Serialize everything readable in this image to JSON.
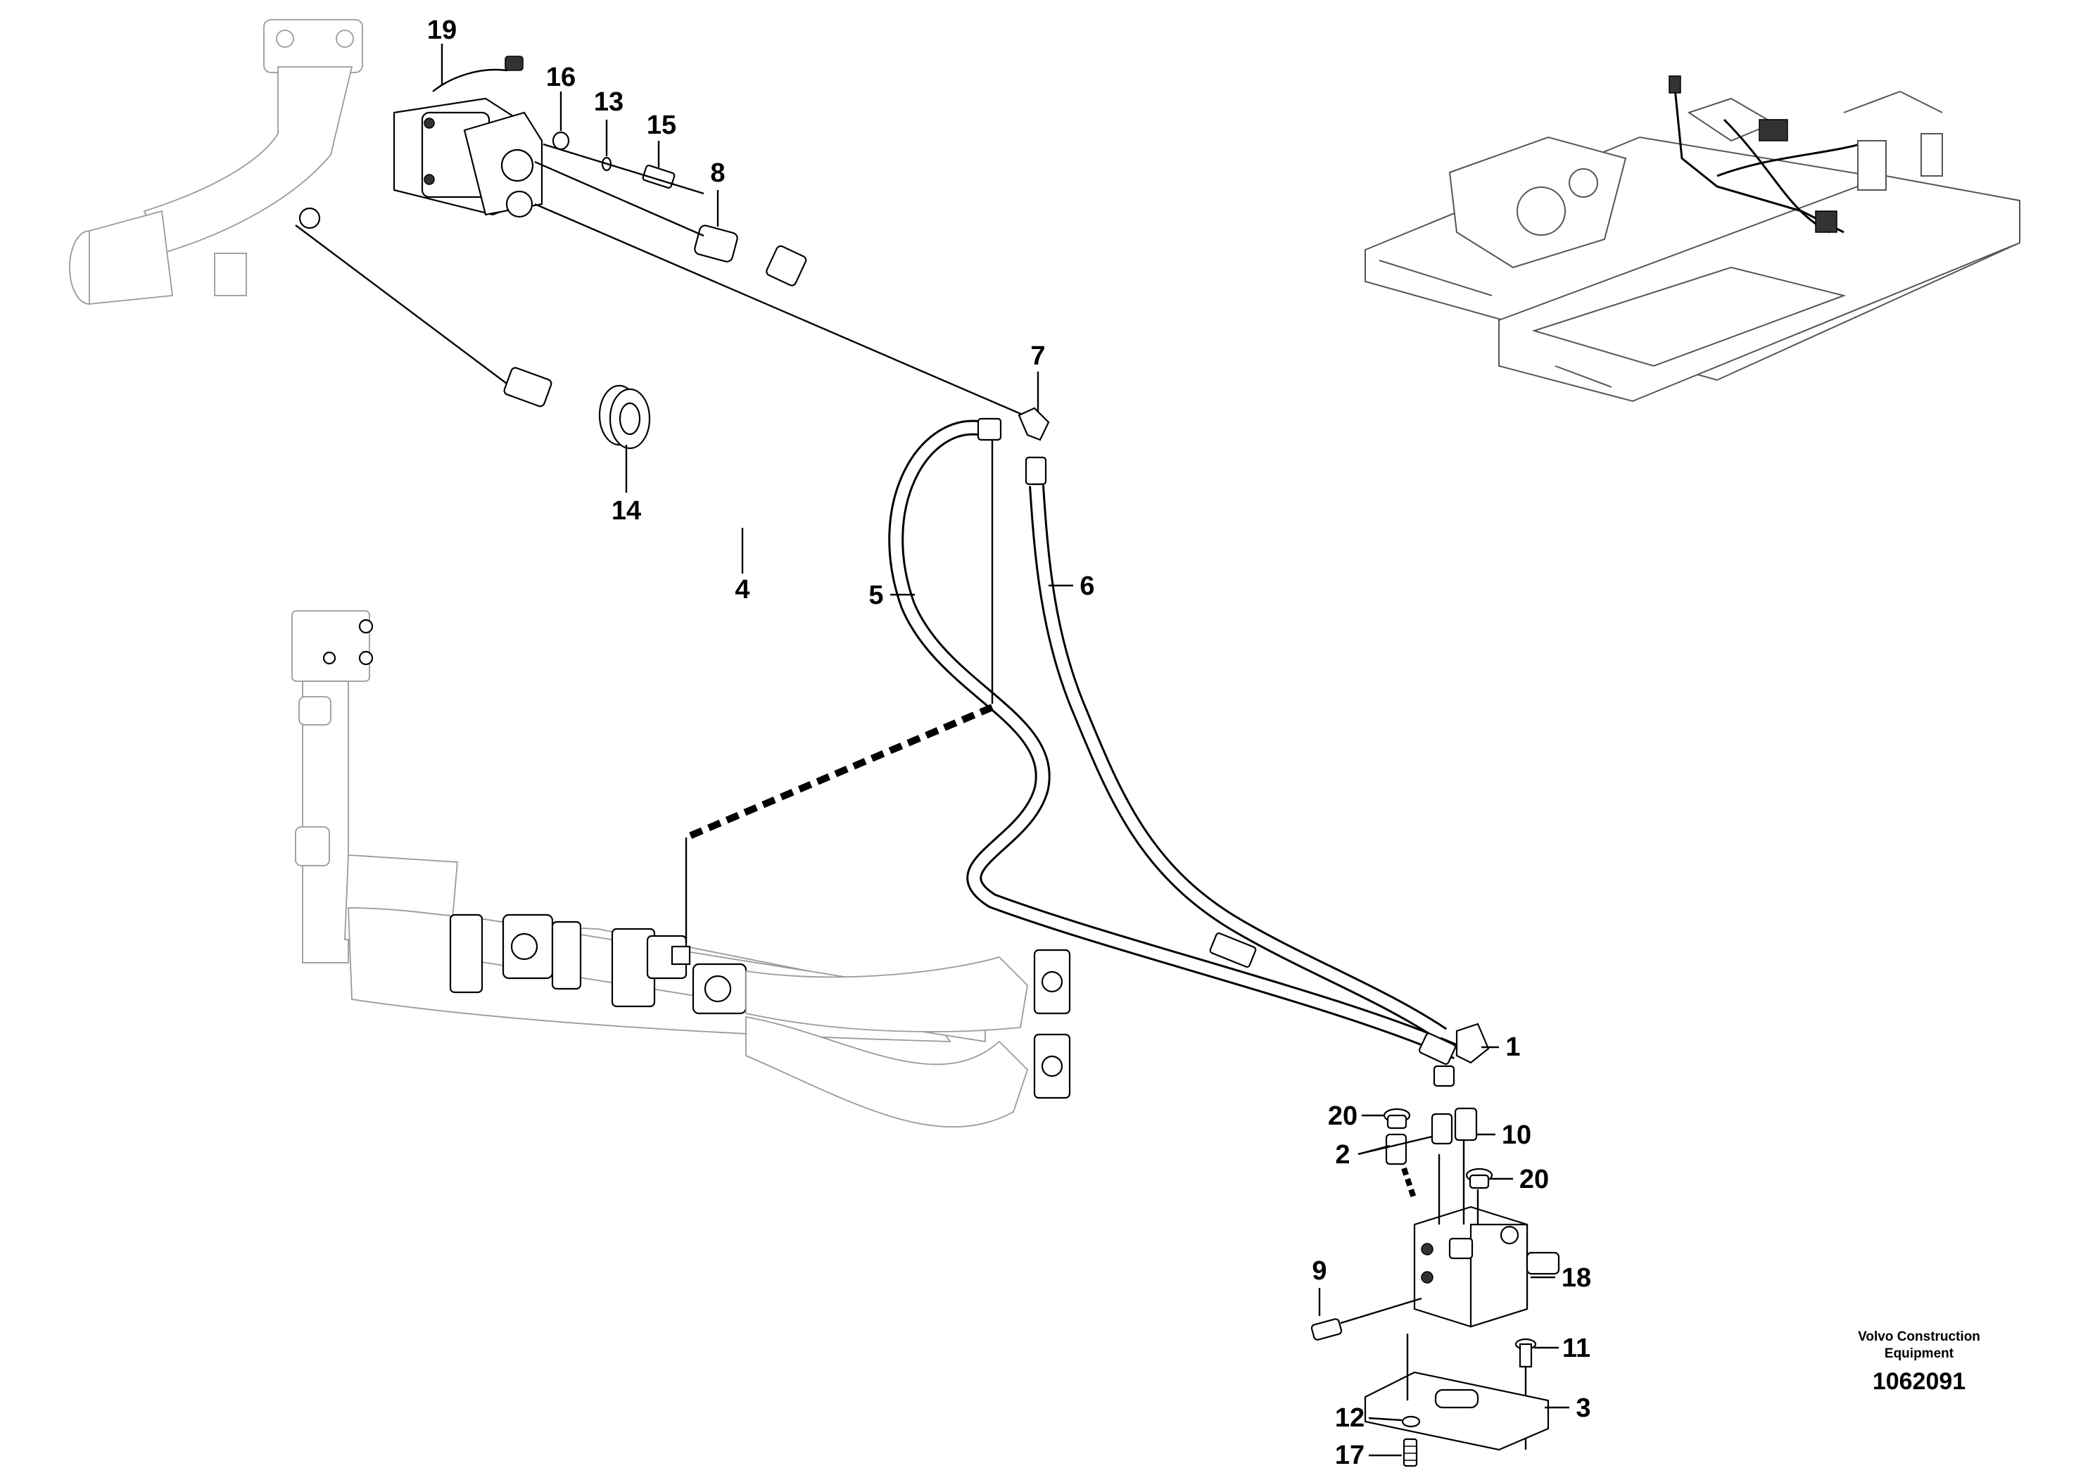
{
  "diagram": {
    "callouts": {
      "c1": "1",
      "c2": "2",
      "c3": "3",
      "c4": "4",
      "c5": "5",
      "c6": "6",
      "c7": "7",
      "c8": "8",
      "c9": "9",
      "c10": "10",
      "c11": "11",
      "c12": "12",
      "c13": "13",
      "c14": "14",
      "c15": "15",
      "c16": "16",
      "c17": "17",
      "c18": "18",
      "c19": "19",
      "c20a": "20",
      "c20b": "20"
    },
    "footer": {
      "maker_line1": "Volvo Construction",
      "maker_line2": "Equipment",
      "drawing_number": "1062091"
    }
  }
}
